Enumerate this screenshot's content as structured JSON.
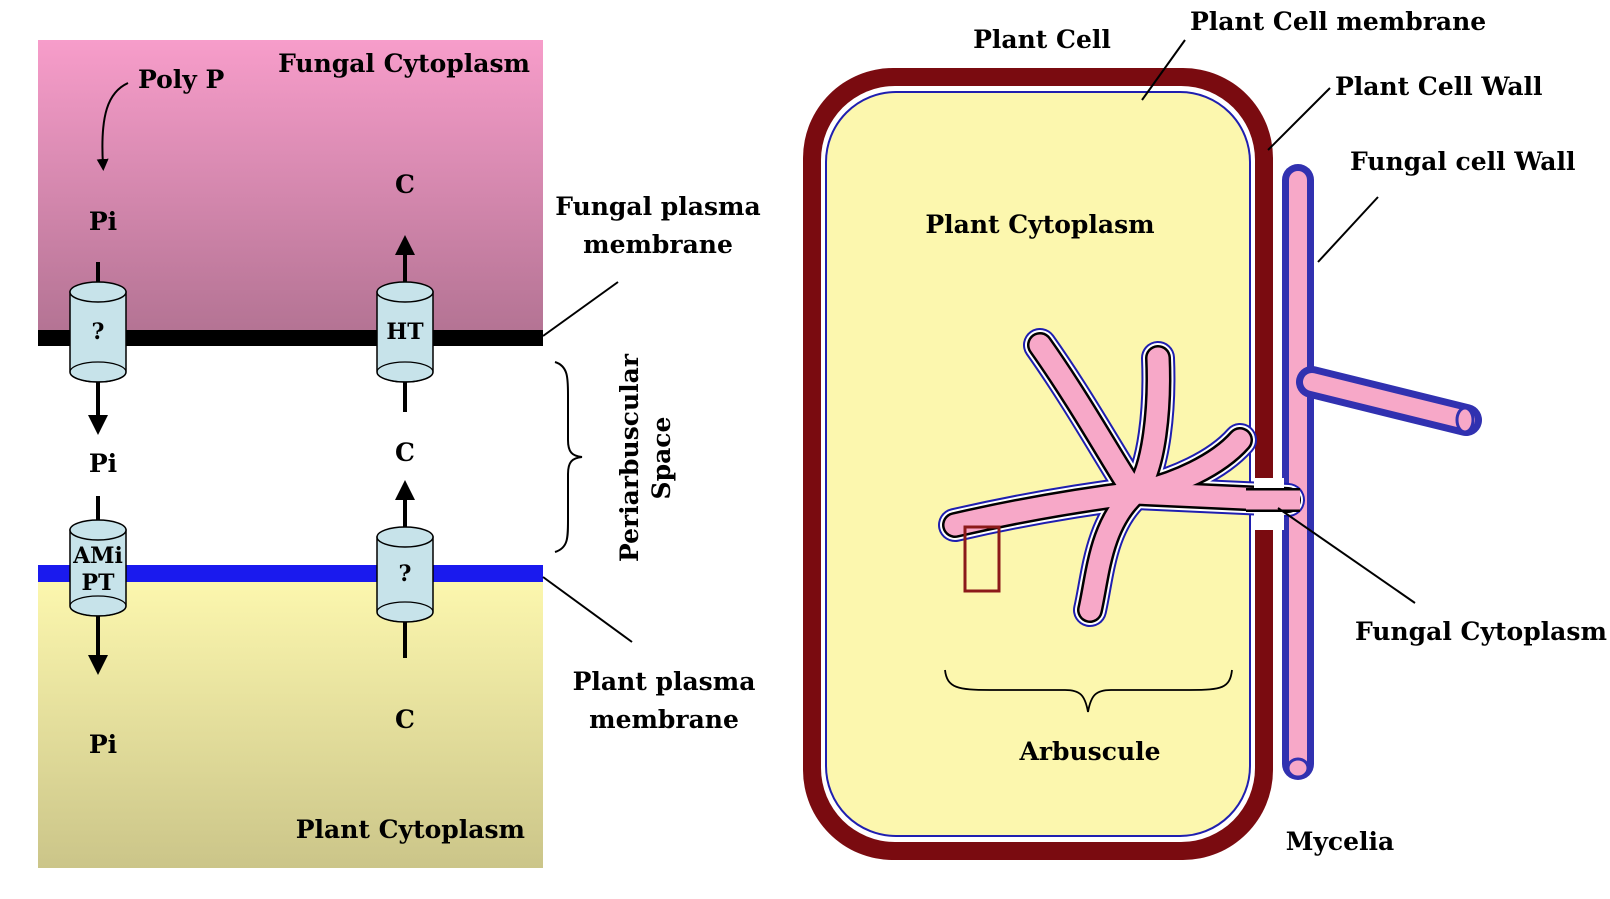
{
  "left_panel": {
    "fungal_cytoplasm": "Fungal Cytoplasm",
    "plant_cytoplasm": "Plant Cytoplasm",
    "poly_p": "Poly P",
    "pi_top": "Pi",
    "pi_mid": "Pi",
    "pi_bottom": "Pi",
    "c_top": "C",
    "c_mid": "C",
    "c_bottom": "C",
    "transporter_fungal_pi": "?",
    "transporter_ht": "HT",
    "transporter_ami_pt_line1": "AMi",
    "transporter_ami_pt_line2": "PT",
    "transporter_plant_c": "?",
    "fungal_membrane_line1": "Fungal plasma",
    "fungal_membrane_line2": "membrane",
    "periarbuscular_line1": "Periarbuscular",
    "periarbuscular_line2": "Space",
    "plant_membrane_line1": "Plant plasma",
    "plant_membrane_line2": "membrane"
  },
  "right_panel": {
    "plant_cell": "Plant Cell",
    "plant_cell_membrane": "Plant Cell membrane",
    "plant_cell_wall": "Plant Cell Wall",
    "fungal_cell_wall": "Fungal cell Wall",
    "plant_cytoplasm": "Plant Cytoplasm",
    "fungal_cytoplasm": "Fungal Cytoplasm",
    "arbuscule": "Arbuscule",
    "mycelia": "Mycelia"
  },
  "colors": {
    "fungal_pink_top": "#f49ac6",
    "fungal_pink_bottom": "#b87898",
    "plant_yellow_top": "#fbf6a8",
    "plant_yellow_bottom": "#cdc78a",
    "cell_wall": "#7a0b10",
    "membrane_blue": "#1f1fb0",
    "hypha_pink": "#f7a8c8",
    "transporter_fill": "#c7e3ea"
  }
}
